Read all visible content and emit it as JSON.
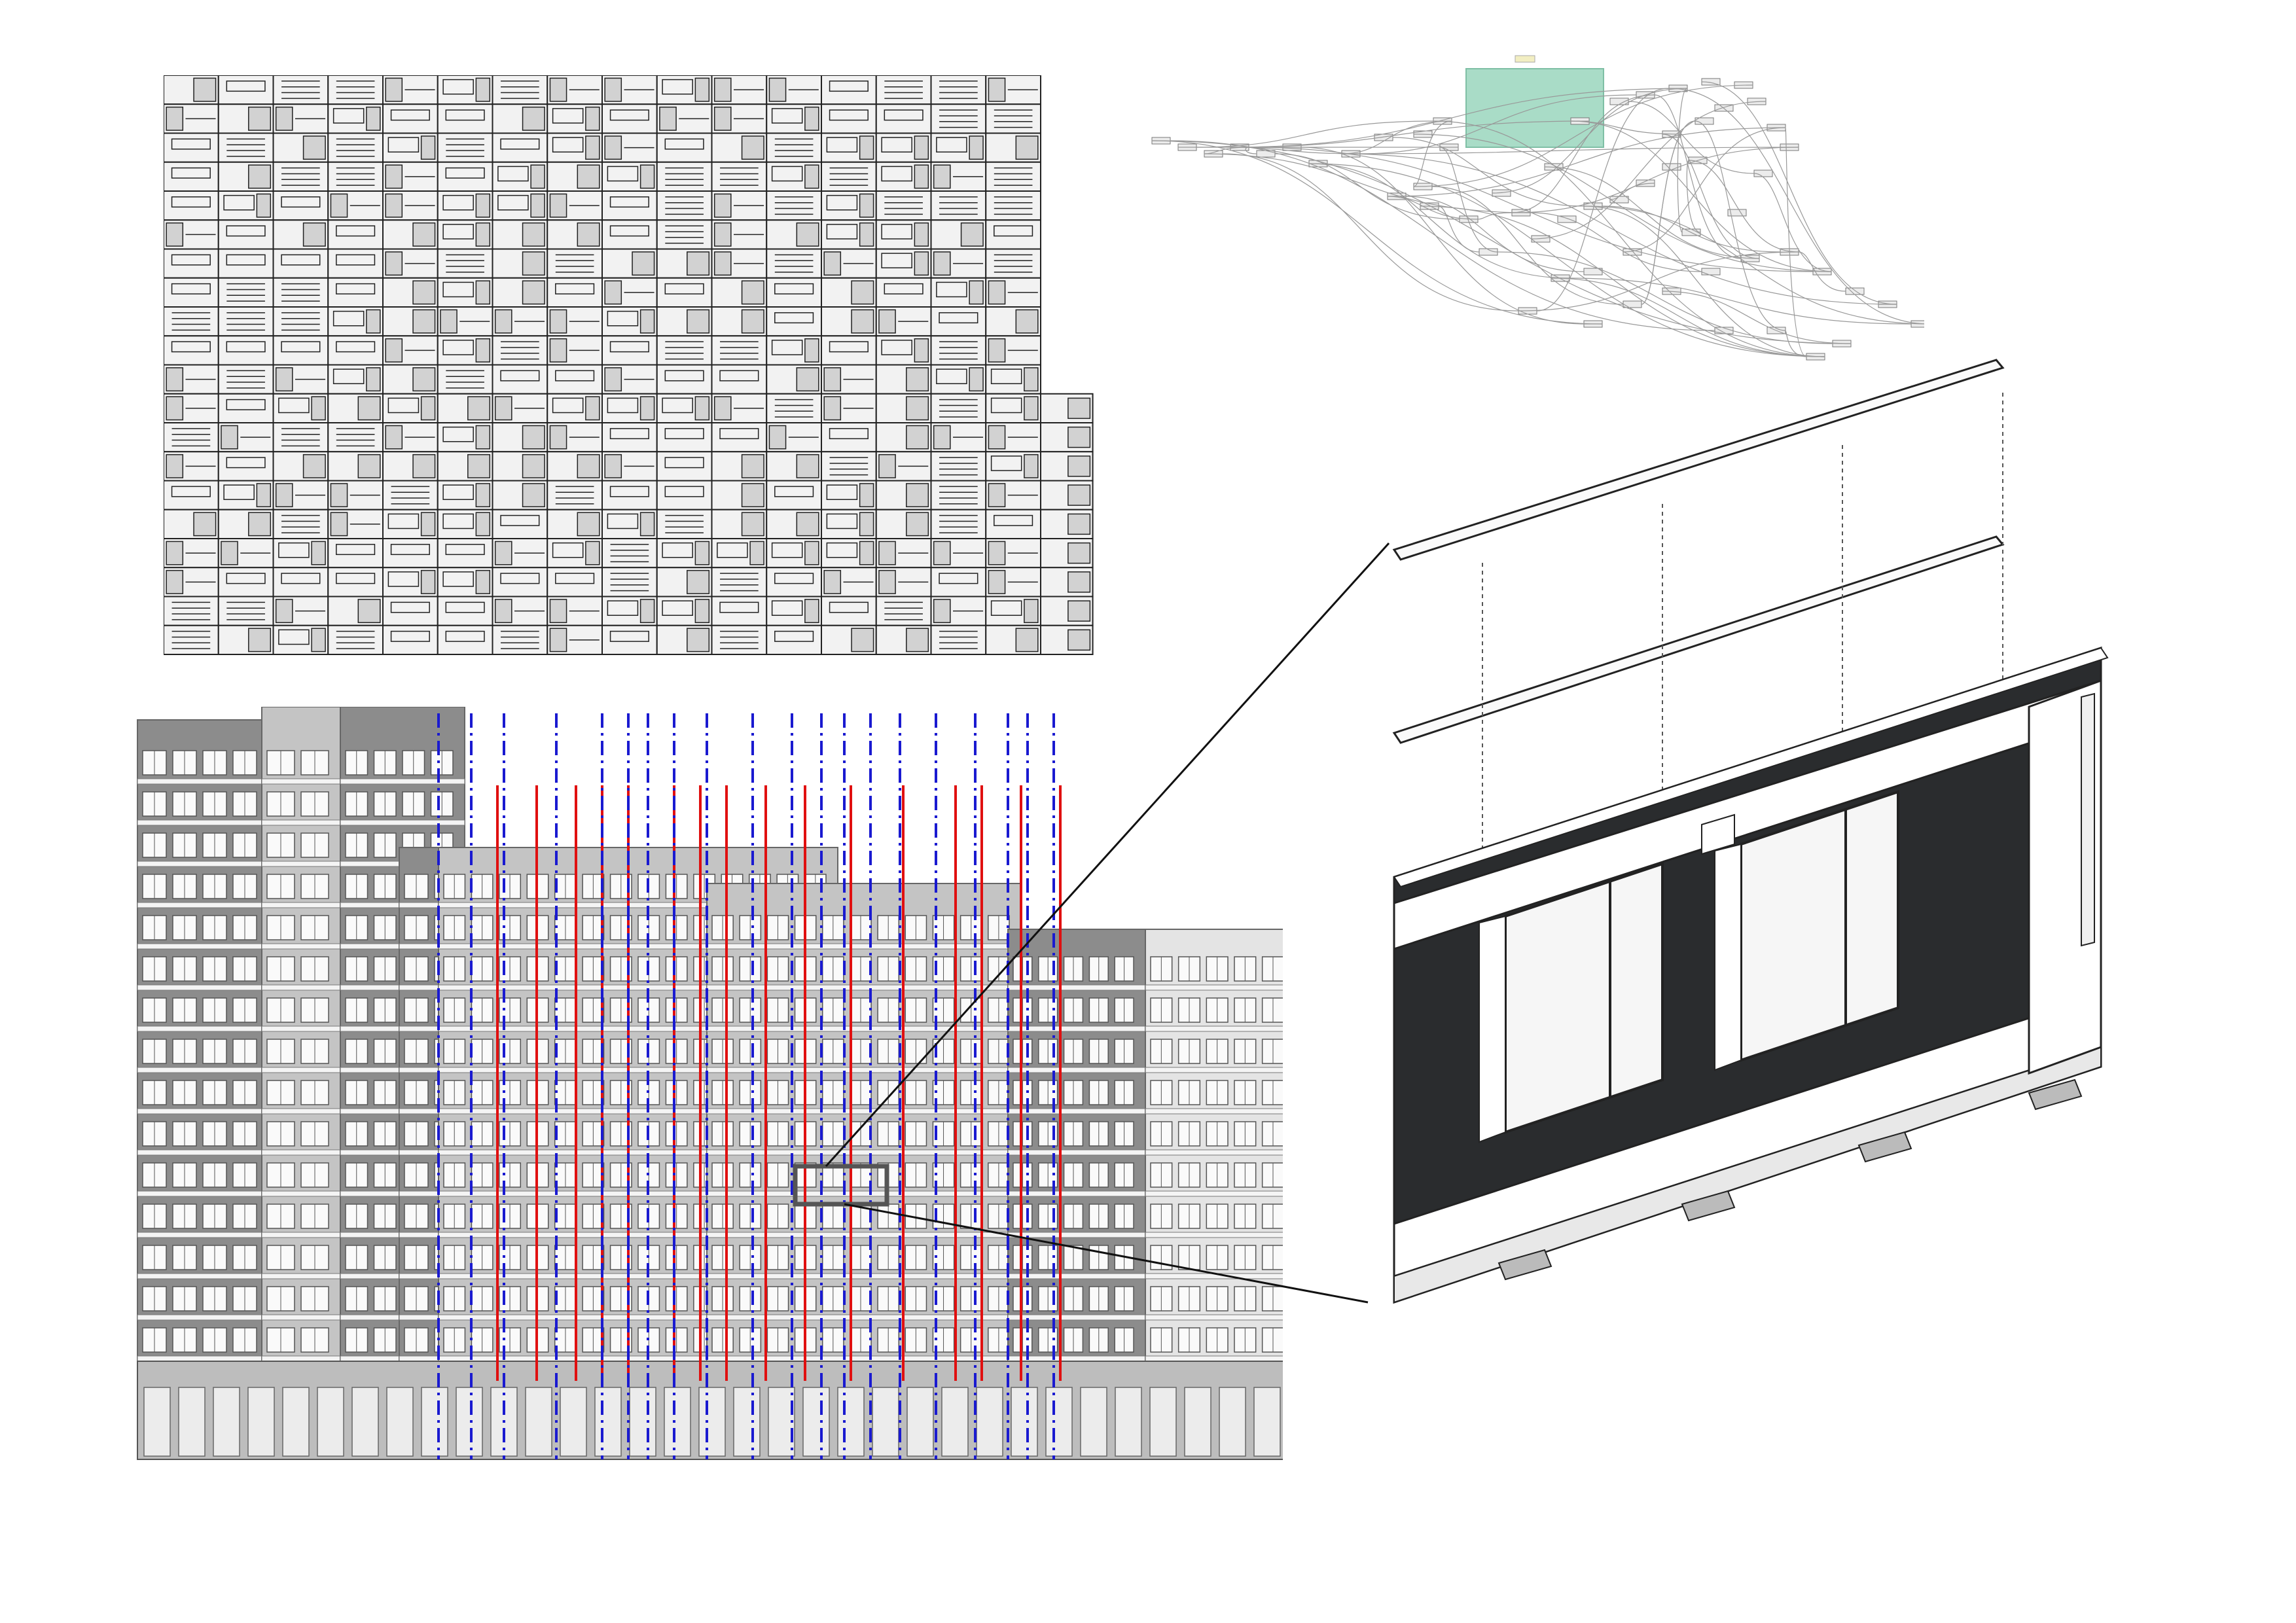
{
  "sheet": {
    "background": "#ffffff",
    "panels": [
      "panel-grid",
      "elevation",
      "node-graph",
      "axonometric"
    ]
  },
  "colors": {
    "line": "#222222",
    "panel_fill": "#f2f2f2",
    "panel_grey": "#d2d2d2",
    "facade_mid": "#8c8c8c",
    "facade_light": "#c4c4c4",
    "facade_pale": "#e4e4e4",
    "grid_red": "#e01010",
    "grid_blue": "#1a1ad0",
    "node_group": "#a9dcc7",
    "node_yellow": "#f2eec2",
    "panel_dark": "#2a2c2e"
  },
  "panel_grid": {
    "rows": 20,
    "columns": 16,
    "extra_rows_right": 9
  },
  "elevation": {
    "floors": 15,
    "red_gridlines": 16,
    "blue_gridlines": 20,
    "highlight": "selected-panel"
  },
  "node_graph": {
    "group_fill": "#a9dcc7"
  },
  "axonometric": {
    "windows": 2,
    "dark_panels": 3
  }
}
